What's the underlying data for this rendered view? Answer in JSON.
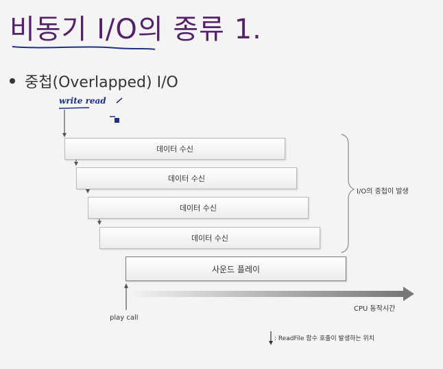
{
  "title": "비동기 I/O의 종류 1.",
  "bullet": "중첩(Overlapped) I/O",
  "annotation": "write read",
  "boxes": {
    "recv1": "데이터 수신",
    "recv2": "데이터 수신",
    "recv3": "데이터 수신",
    "recv4": "데이터 수신",
    "play": "사운드 플레이"
  },
  "brace_label": "I/O의 중첩이 발생",
  "axis_label": "CPU 동작시간",
  "play_call": "play call",
  "legend": ": ReadFile 함수 호출이 발생하는 위치",
  "colors": {
    "title": "#55226a",
    "underline": "#1c2f82",
    "handwriting": "#1c2f82"
  }
}
